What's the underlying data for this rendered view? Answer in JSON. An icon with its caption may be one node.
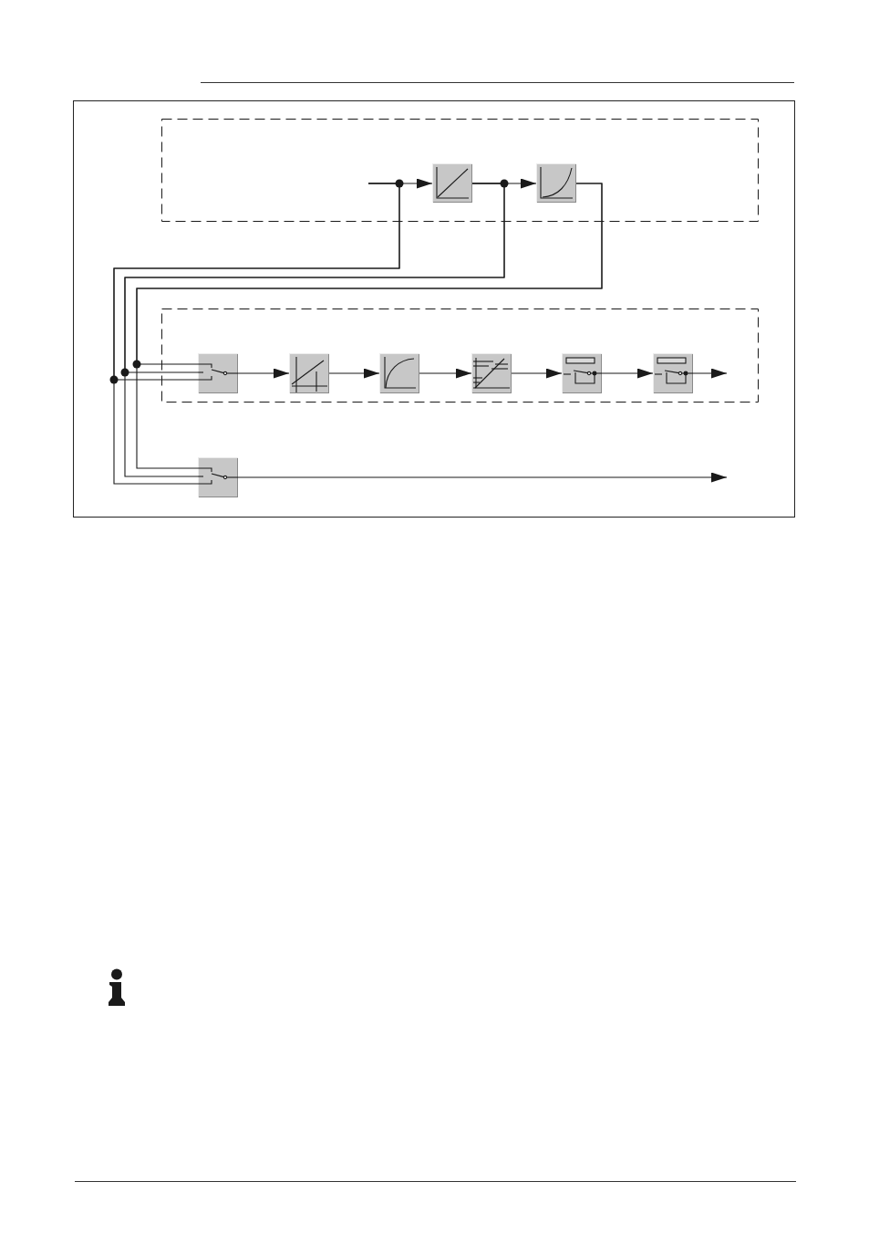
{
  "diagram": {
    "nodes": [
      {
        "text": [],
        "shape": "box"
      },
      {
        "text": [],
        "shape": "box",
        "in": 0
      },
      {
        "text": [],
        "shape": "box",
        "in": 0
      },
      {
        "text": [],
        "shape": "box"
      },
      {
        "text": [],
        "shape": "box",
        "in": 3
      },
      {
        "text": [],
        "shape": "box",
        "in": 3
      },
      {
        "text": [],
        "shape": "box",
        "in": 3
      },
      {
        "text": [],
        "shape": "box",
        "in": 3
      },
      {
        "text": [],
        "shape": "box",
        "in": 3
      },
      {
        "text": [],
        "shape": "box",
        "in": 3
      },
      {
        "text": [],
        "shape": "box"
      }
    ],
    "edges": [
      {
        "from": null,
        "to": 1,
        "arrow": "to"
      },
      {
        "from": null,
        "to": 4,
        "arrow": "none"
      },
      {
        "from": null,
        "to": 10,
        "arrow": "none"
      },
      {
        "from": 1,
        "to": 2,
        "arrow": "to"
      },
      {
        "from": 1,
        "to": 4,
        "arrow": "none"
      },
      {
        "from": 1,
        "to": 10,
        "arrow": "none"
      },
      {
        "from": 2,
        "to": 4,
        "arrow": "none"
      },
      {
        "from": 2,
        "to": 10,
        "arrow": "none"
      },
      {
        "from": 4,
        "to": 5,
        "arrow": "to"
      },
      {
        "from": 5,
        "to": 6,
        "arrow": "to"
      },
      {
        "from": 6,
        "to": 7,
        "arrow": "to"
      },
      {
        "from": 7,
        "to": 8,
        "arrow": "to"
      },
      {
        "from": 8,
        "to": 9,
        "arrow": "to"
      },
      {
        "from": 9,
        "to": null,
        "arrow": "to"
      },
      {
        "from": 10,
        "to": null,
        "arrow": "to"
      }
    ]
  }
}
